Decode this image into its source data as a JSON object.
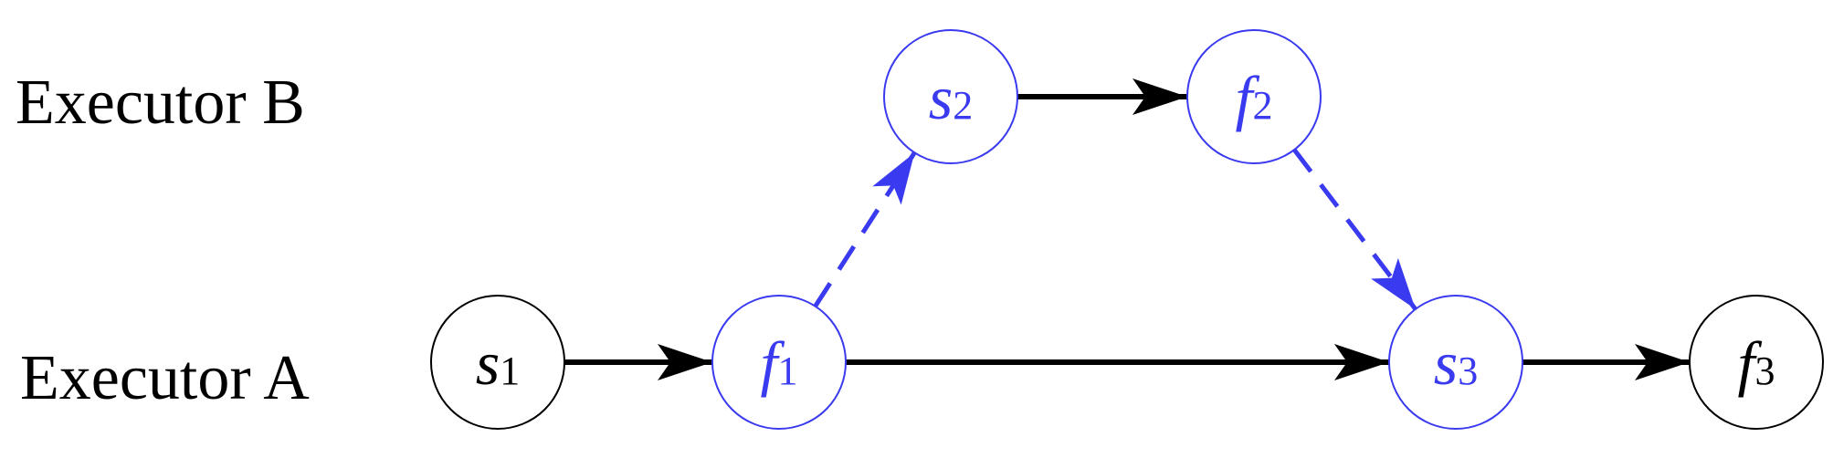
{
  "colors": {
    "black": "#000000",
    "blue": "#3a3af0"
  },
  "labels": {
    "executor_b": "Executor B",
    "executor_a": "Executor A"
  },
  "nodes": {
    "s1": {
      "var": "s",
      "sub": "1",
      "color": "black"
    },
    "f1": {
      "var": "f",
      "sub": "1",
      "color": "blue"
    },
    "s2": {
      "var": "s",
      "sub": "2",
      "color": "blue"
    },
    "f2": {
      "var": "f",
      "sub": "2",
      "color": "blue"
    },
    "s3": {
      "var": "s",
      "sub": "3",
      "color": "blue"
    },
    "f3": {
      "var": "f",
      "sub": "3",
      "color": "black"
    }
  },
  "edges": [
    {
      "from": "s1",
      "to": "f1",
      "style": "solid",
      "color": "black"
    },
    {
      "from": "f1",
      "to": "s3",
      "style": "solid",
      "color": "black"
    },
    {
      "from": "s3",
      "to": "f3",
      "style": "solid",
      "color": "black"
    },
    {
      "from": "s2",
      "to": "f2",
      "style": "solid",
      "color": "black"
    },
    {
      "from": "f1",
      "to": "s2",
      "style": "dashed",
      "color": "blue"
    },
    {
      "from": "f2",
      "to": "s3",
      "style": "dashed",
      "color": "blue"
    }
  ]
}
